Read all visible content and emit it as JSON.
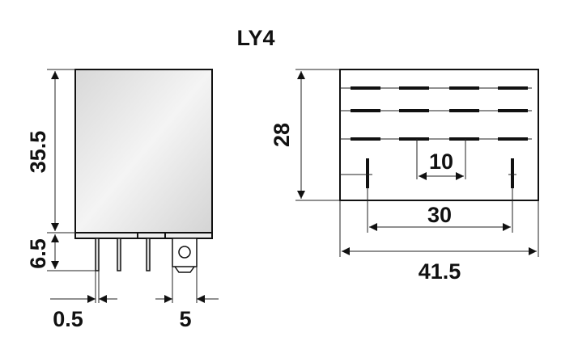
{
  "title": "LY4",
  "dimensions": {
    "height_body": "35.5",
    "pin_length": "6.5",
    "pin_thickness": "0.5",
    "tab_width": "5",
    "depth": "28",
    "pin_pitch": "10",
    "pin_span": "30",
    "width": "41.5"
  },
  "colors": {
    "line": "#111111",
    "body_fill": "#e6e6e6"
  }
}
